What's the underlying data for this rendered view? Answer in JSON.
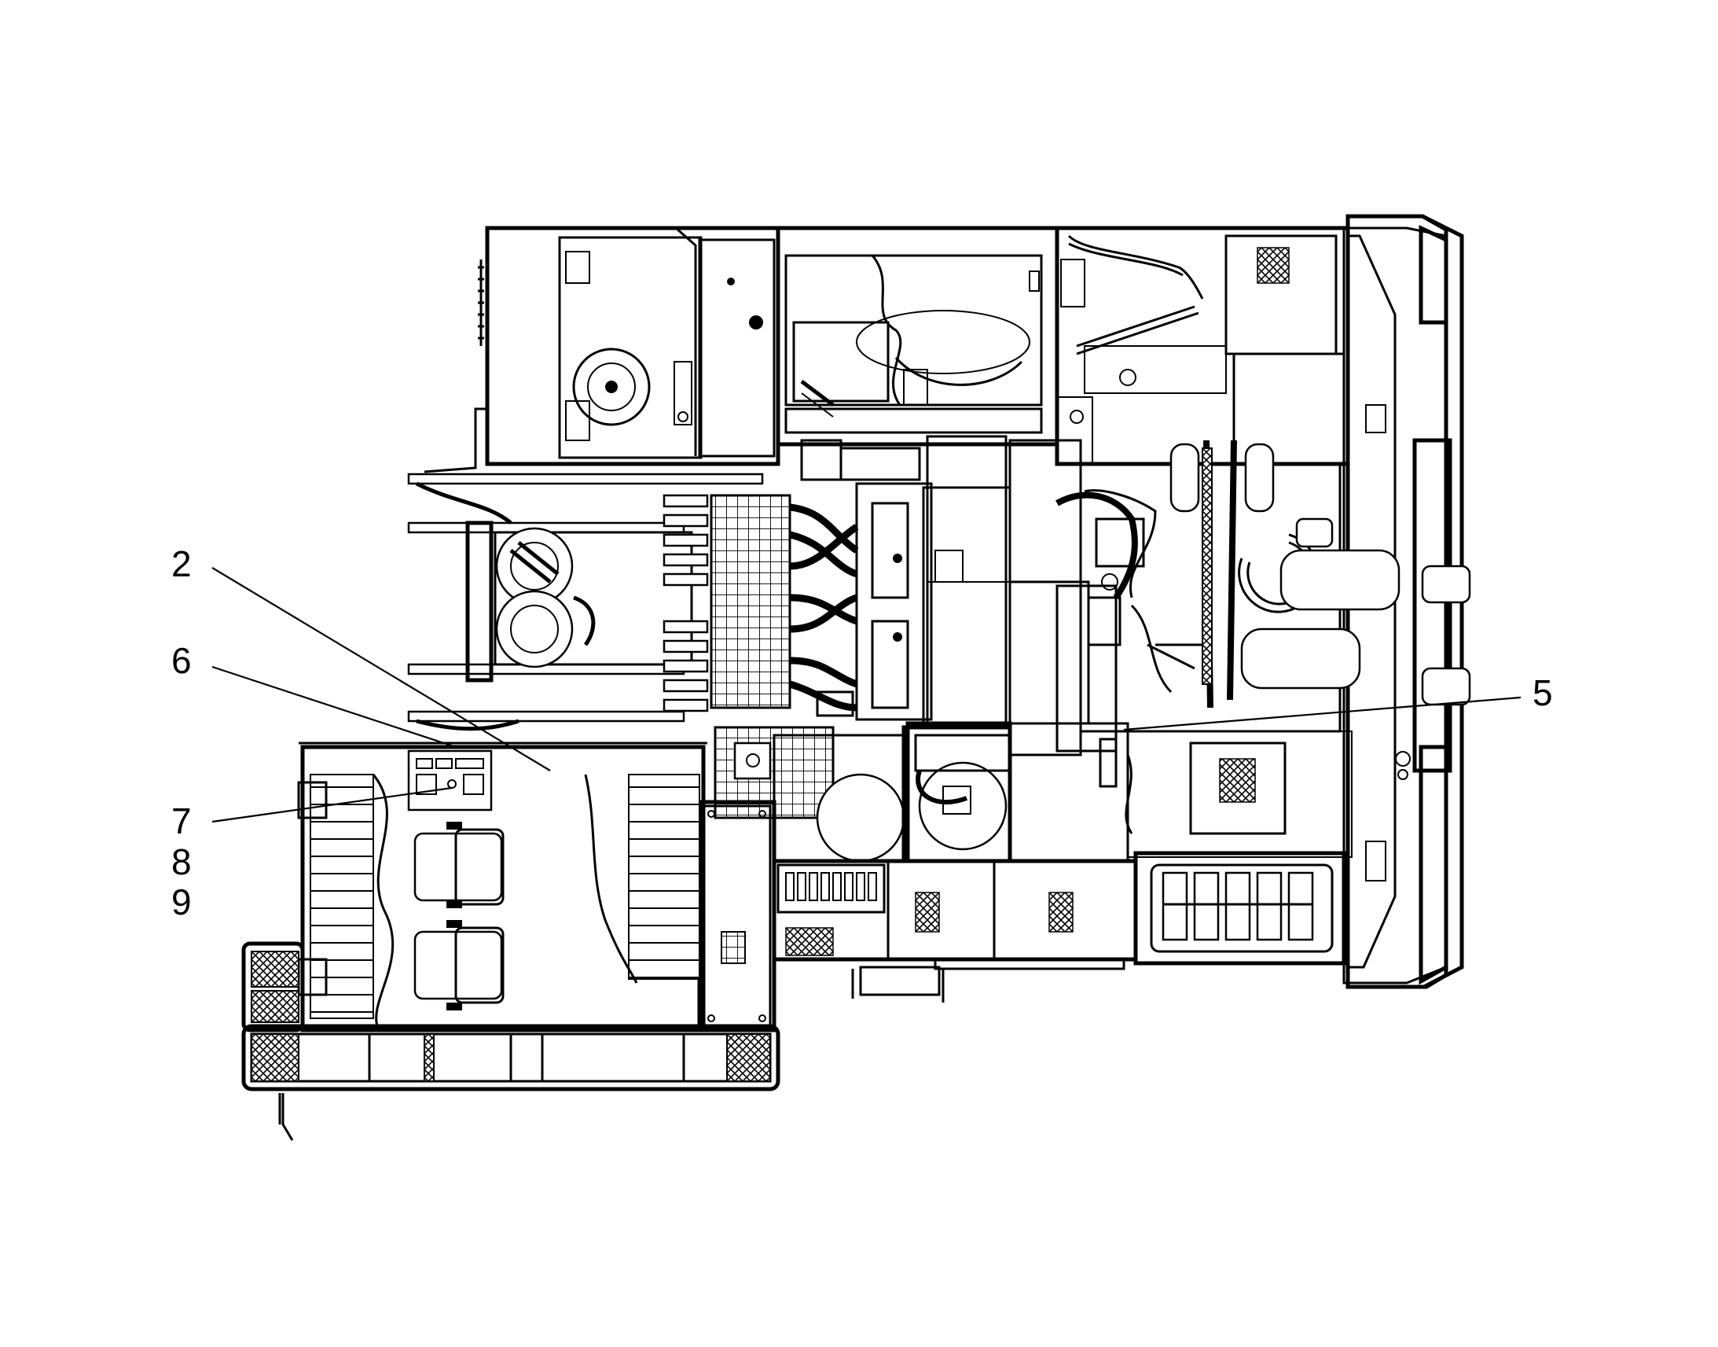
{
  "callouts": [
    {
      "id": "2",
      "label": "2"
    },
    {
      "id": "6",
      "label": "6"
    },
    {
      "id": "7",
      "label": "7"
    },
    {
      "id": "8",
      "label": "8"
    },
    {
      "id": "9",
      "label": "9"
    },
    {
      "id": "5",
      "label": "5"
    }
  ]
}
